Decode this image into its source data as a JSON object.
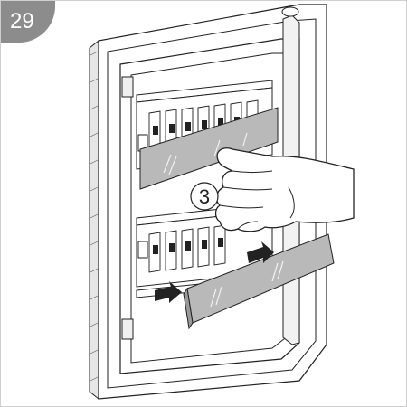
{
  "figure": {
    "step_number": "29",
    "callout_number": "3"
  },
  "icons": {
    "panel": "electrical-panel-illustration",
    "hand": "hand-icon",
    "arrows": "arrow-right-icon"
  },
  "colors": {
    "badge": "#8c8c8c",
    "cover_strip": "#b9b9b9",
    "line": "#222222"
  }
}
